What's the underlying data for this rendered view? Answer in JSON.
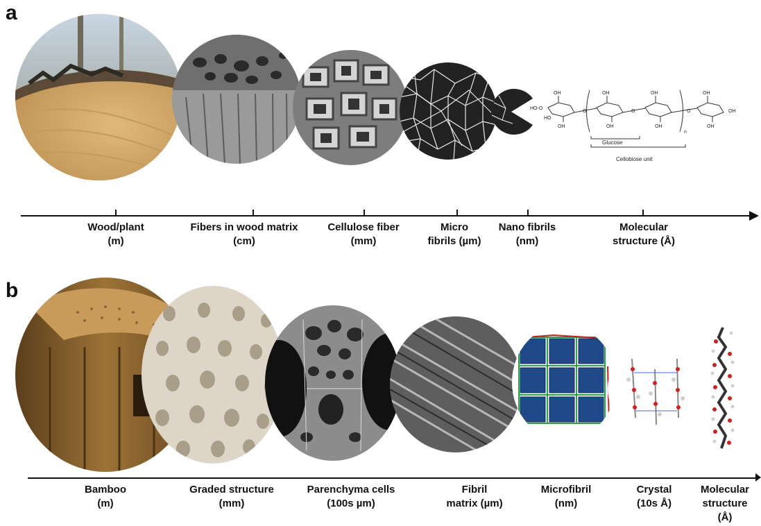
{
  "panel_a": {
    "letter": "a",
    "scales": [
      {
        "line1": "Wood/plant",
        "line2": "(m)"
      },
      {
        "line1": "Fibers in wood matrix",
        "line2": "(cm)"
      },
      {
        "line1": "Cellulose fiber",
        "line2": "(mm)"
      },
      {
        "line1": "Micro",
        "line2": "fibrils (µm)"
      },
      {
        "line1": "Nano fibrils",
        "line2": "(nm)"
      },
      {
        "line1": "Molecular",
        "line2": "structure (Å)"
      }
    ],
    "molecule": {
      "glucose": "Glucose",
      "cellobiose": "Cellobiose unit",
      "n": "n",
      "oh": "OH",
      "ho": "HO",
      "o": "O",
      "hoo": "HO-O"
    }
  },
  "panel_b": {
    "letter": "b",
    "scales": [
      {
        "line1": "Bamboo",
        "line2": "(m)"
      },
      {
        "line1": "Graded structure",
        "line2": "(mm)"
      },
      {
        "line1": "Parenchyma cells",
        "line2": "(100s µm)"
      },
      {
        "line1": "Fibril",
        "line2": "matrix (µm)"
      },
      {
        "line1": "Microfibril",
        "line2": "(nm)"
      },
      {
        "line1": "Crystal",
        "line2": "(10s Å)"
      },
      {
        "line1": "Molecular",
        "line2": "structure",
        "line3": "(Å)"
      }
    ]
  }
}
